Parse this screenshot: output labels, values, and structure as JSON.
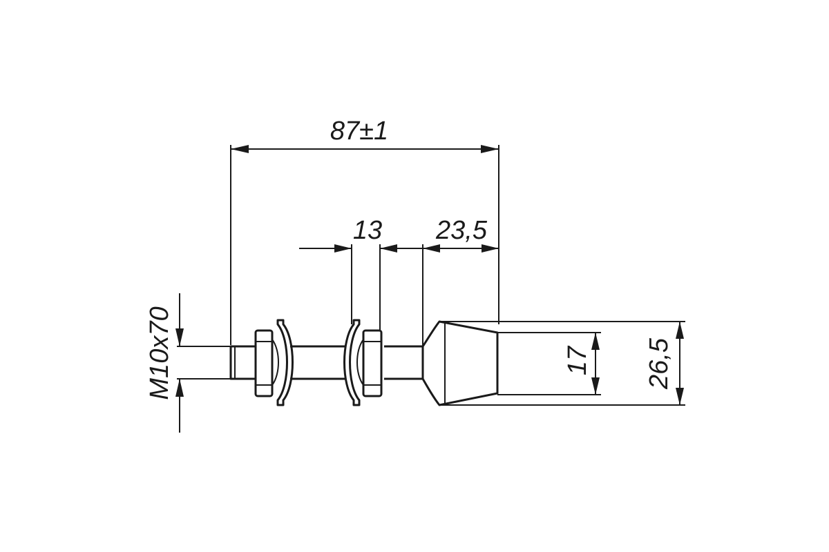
{
  "dimensions": {
    "overall_length": "87±1",
    "gap": "13",
    "head_offset": "23,5",
    "thread": "M10x70",
    "inner_diameter": "17",
    "outer_diameter": "26,5"
  },
  "colors": {
    "line": "#1a1a1a",
    "background": "#ffffff"
  }
}
